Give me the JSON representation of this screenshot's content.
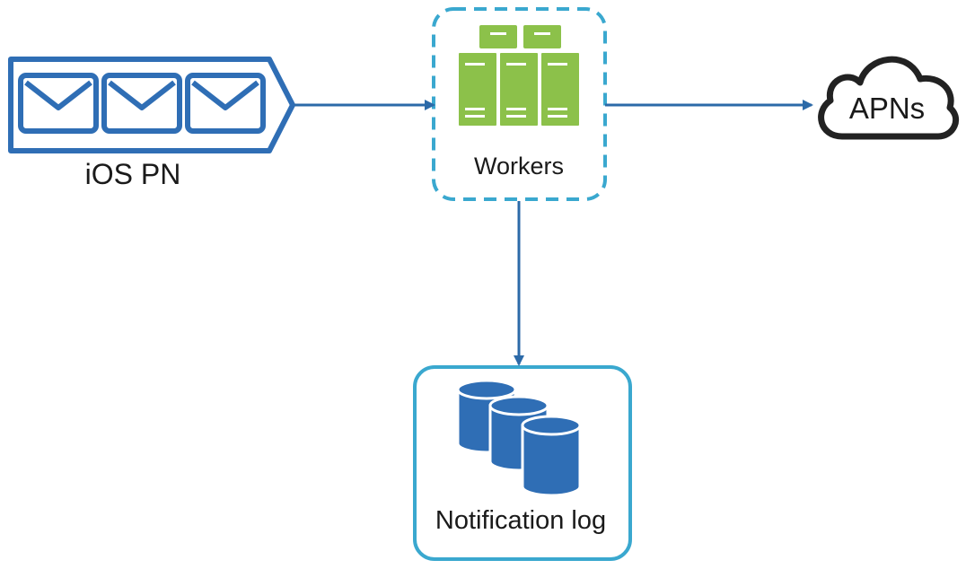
{
  "nodes": {
    "queue": {
      "label": "iOS PN",
      "icon": "message-queue-icon"
    },
    "workers": {
      "label": "Workers",
      "icon": "server-rack-icon"
    },
    "apns": {
      "label": "APNs",
      "icon": "cloud-icon"
    },
    "log": {
      "label": "Notification log",
      "icon": "database-icon"
    }
  },
  "colors": {
    "queue_blue": "#2f6eb5",
    "arrow_blue": "#2c6aa8",
    "dashed_border": "#3aa8cf",
    "server_green": "#8cc14a",
    "server_line": "#ffffff",
    "cloud_stroke": "#222222",
    "db_blue": "#2f6eb5",
    "log_border": "#3aa8cf"
  }
}
